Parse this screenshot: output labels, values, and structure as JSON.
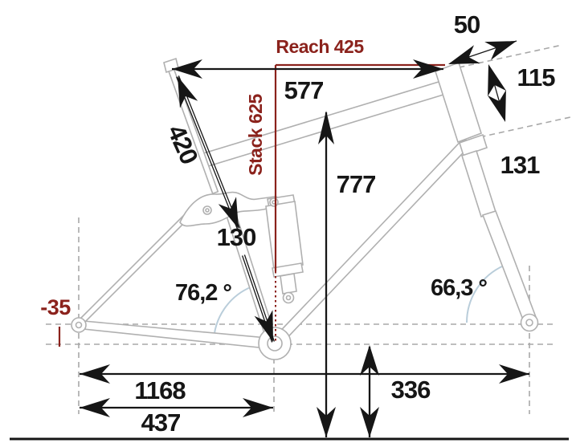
{
  "figure": {
    "type": "full-suspension-bike-geometry-diagram"
  },
  "colors": {
    "accent": "#8b221c",
    "frame": "#b0b0b0",
    "dims": "#161616",
    "arc": "#b9cdda",
    "dash": "#a8a8a8",
    "bg": "#ffffff"
  },
  "labels": {
    "reach": "Reach 425",
    "stack": "Stack 625",
    "top_tube": "577",
    "standover": "777",
    "seat_tube": "420",
    "seatpost_dim": "130",
    "seat_tube_angle": "76,2 °",
    "head_tube_angle": "66,3 °",
    "spacer_dim": "50",
    "head_tube": "115",
    "fork_dim": "131",
    "bb_drop": "-35",
    "wheelbase": "1168",
    "chainstay": "437",
    "bb_height": "336"
  }
}
